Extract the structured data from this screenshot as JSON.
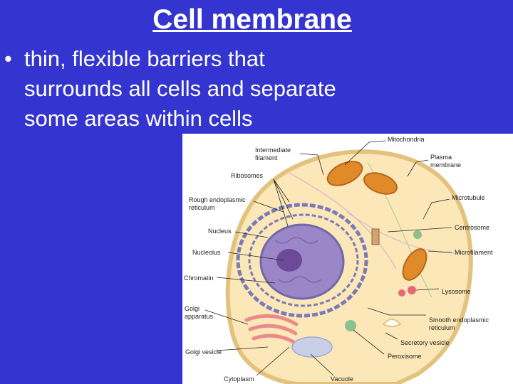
{
  "slide": {
    "title": "Cell membrane",
    "bullet_symbol": "•",
    "bullet_text": "thin, flexible barriers that surrounds all cells and separate some areas within cells"
  },
  "diagram": {
    "labels": {
      "mitochondria": "Mitochondria",
      "intermediate_filament_1": "Intermediate",
      "intermediate_filament_2": "filament",
      "plasma_membrane_1": "Plasma",
      "plasma_membrane_2": "membrane",
      "ribosomes": "Ribosomes",
      "rough_er_1": "Rough endoplasmic",
      "rough_er_2": "reticulum",
      "microtubule": "Microtubule",
      "nucleus": "Nucleus",
      "centrosome": "Centrosome",
      "nucleolus": "Nucleolus",
      "microfilament": "Microfilament",
      "chromatin": "Chromatin",
      "lysosome": "Lysosome",
      "golgi_apparatus_1": "Golgi",
      "golgi_apparatus_2": "apparatus",
      "smooth_er_1": "Smooth endoplasmic",
      "smooth_er_2": "reticulum",
      "secretory_vesicle": "Secretory vesicle",
      "golgi_vesicle": "Golgi vesicle",
      "peroxisome": "Peroxisome",
      "cytoplasm": "Cytoplasm",
      "vacuole": "Vacuole"
    },
    "colors": {
      "background": "#3434d0",
      "cytoplasm": "#fbe7b8",
      "membrane": "#e3c27e",
      "nucleus": "#9b86c8",
      "nucleolus": "#6d4a98",
      "rough_er": "#7a7ab8",
      "mitochondria": "#e08a2a",
      "golgi": "#ec8a8a",
      "lysosome": "#e8667a",
      "peroxisome": "#8cc08c",
      "vacuole": "#c8cfe6"
    }
  }
}
